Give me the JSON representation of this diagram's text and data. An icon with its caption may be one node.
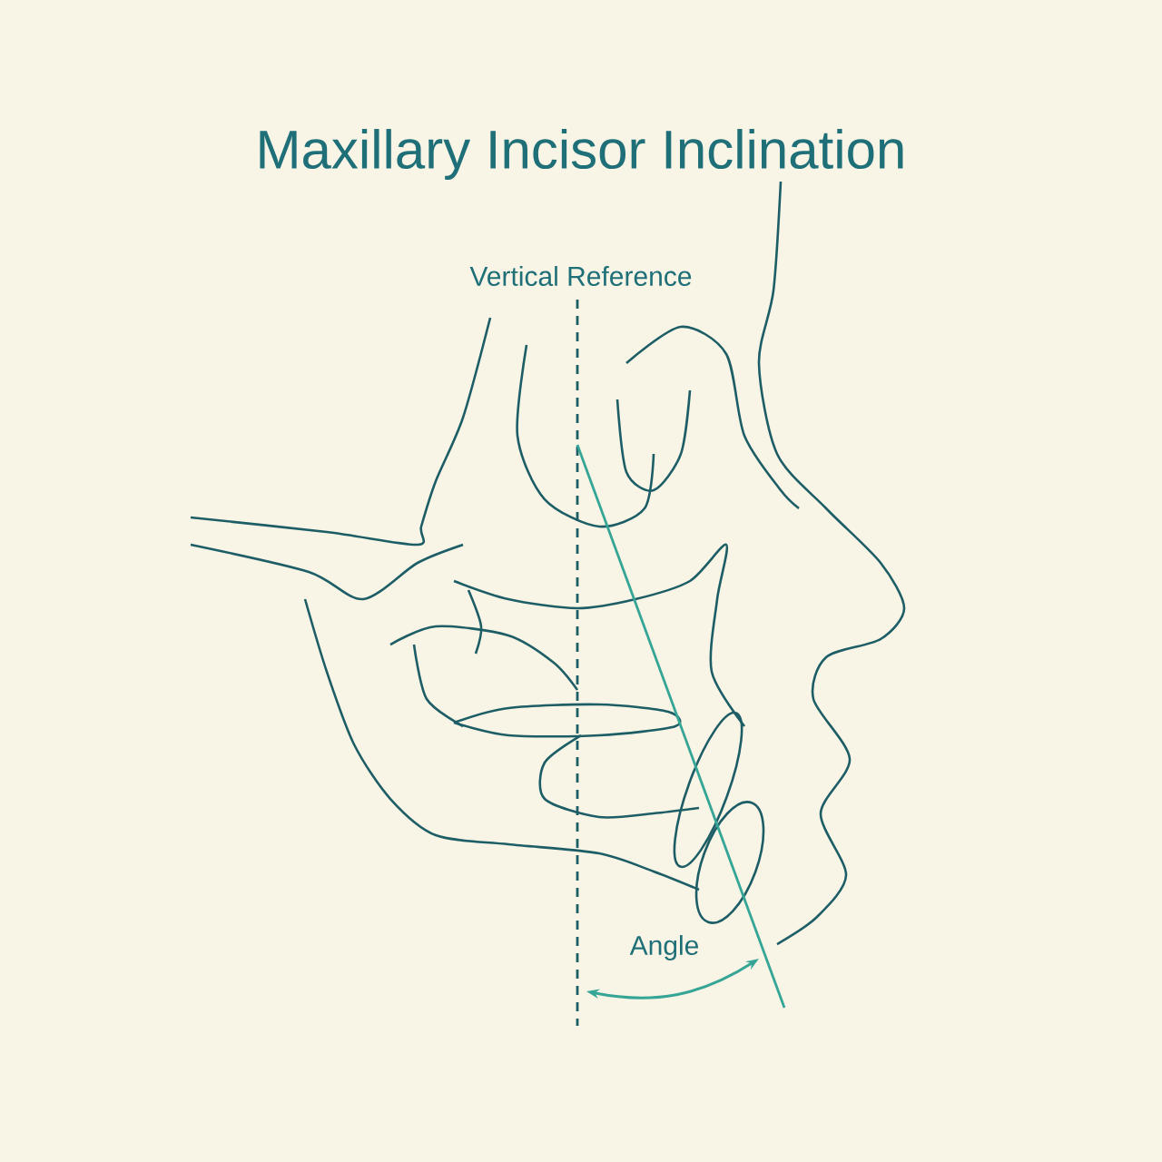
{
  "diagram": {
    "title": "Maxillary Incisor Inclination",
    "labels": [
      "Vertical Reference",
      "Angle"
    ]
  }
}
